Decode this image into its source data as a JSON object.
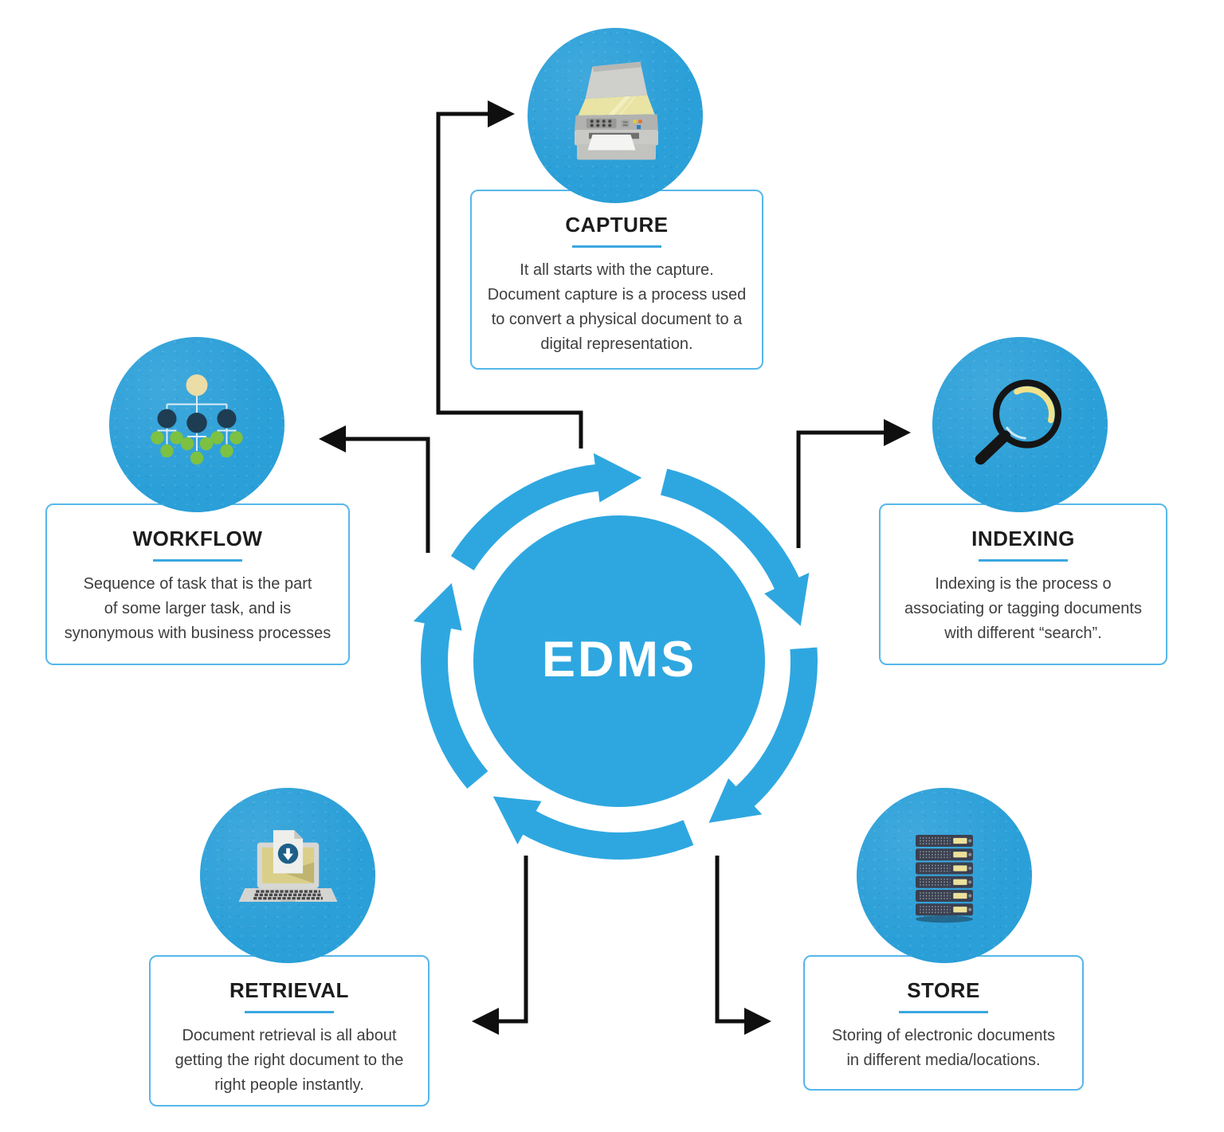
{
  "center": {
    "label": "EDMS"
  },
  "nodes": {
    "capture": {
      "title": "CAPTURE",
      "description": "It all starts with the capture.\nDocument capture is a process used\nto convert a physical document to a\ndigital representation.",
      "icon": "scanner-printer-icon"
    },
    "workflow": {
      "title": "WORKFLOW",
      "description": "Sequence of task that is the part\nof some larger task, and is\nsynonymous with business processes",
      "icon": "org-chart-icon"
    },
    "indexing": {
      "title": "INDEXING",
      "description": "Indexing is the process o\nassociating or tagging documents\nwith different “search”.",
      "icon": "magnifier-icon"
    },
    "retrieval": {
      "title": "RETRIEVAL",
      "description": "Document retrieval is all about\ngetting the right document to the\nright people instantly.",
      "icon": "laptop-download-icon"
    },
    "store": {
      "title": "STORE",
      "description": "Storing of electronic documents\nin different media/locations.",
      "icon": "server-rack-icon"
    }
  },
  "colors": {
    "primary_blue": "#2ea7e0",
    "disc_blue": "#2a9fd8",
    "card_border": "#56b7ea",
    "title_underline": "#3aa8e0",
    "title_text": "#1c1c1c",
    "body_text": "#3e3e3e",
    "connector_black": "#0f0f0f",
    "workflow_root": "#ecdca6",
    "workflow_manager": "#1e3d52",
    "workflow_leaf": "#7cc142",
    "scanner_glass": "#e9e3a4",
    "server_panel": "#ece19b",
    "download_badge": "#1d5f88"
  }
}
